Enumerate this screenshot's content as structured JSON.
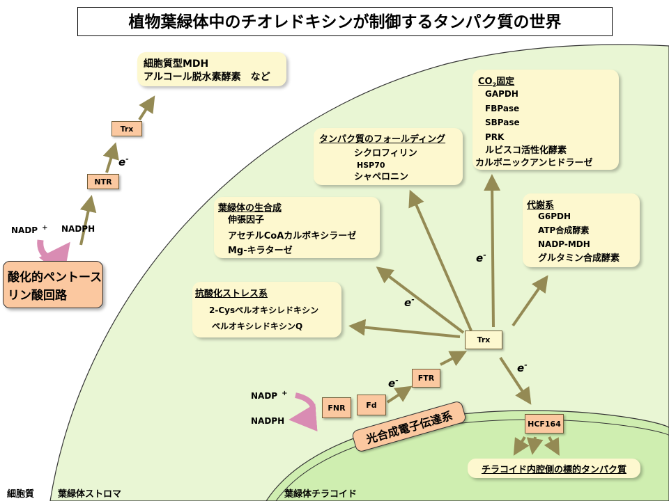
{
  "title": "植物葉緑体中のチオレドキシンが制御するタンパク質の世界",
  "cytosol_box": {
    "line1": "細胞質型MDH",
    "line2": "アルコール脱水素酵素　など"
  },
  "cytosol_chain": {
    "trx": "Trx",
    "ntr": "NTR",
    "nadp_plus": "NADP",
    "nadph": "NADPH",
    "electron": "e",
    "superscript_minus": "-",
    "superscript_plus": "+"
  },
  "ppp_box": {
    "line1": "酸化的ペントース",
    "line2": "リン酸回路"
  },
  "folding_box": {
    "heading": "タンパク質のフォールディング",
    "item1": "シクロフィリン",
    "item2": "HSP70",
    "item3": "シャペロニン"
  },
  "co2_box": {
    "heading_pre": "CO",
    "heading_sub": "2",
    "heading_post": "固定",
    "items": [
      "GAPDH",
      "FBPase",
      "SBPase",
      "PRK",
      "ルビスコ活性化酵素",
      "カルボニックアンヒドラーゼ"
    ]
  },
  "biogenesis_box": {
    "heading": "葉緑体の生合成",
    "item1": "伸張因子",
    "item2": "アセチルCoAカルボキシラーゼ",
    "item3": "Mg-キラターゼ"
  },
  "metabolism_box": {
    "heading": "代謝系",
    "items": [
      "G6PDH",
      "ATP合成酵素",
      "NADP-MDH",
      "グルタミン合成酵素"
    ]
  },
  "antioxidant_box": {
    "heading": "抗酸化ストレス系",
    "item1": "2-Cysペルオキシレドキシン",
    "item2": "ペルオキシレドキシンQ"
  },
  "stroma_chain": {
    "trx": "Trx",
    "ftr": "FTR",
    "fd": "Fd",
    "fnr": "FNR",
    "hcf164": "HCF164",
    "nadp_plus": "NADP",
    "nadph": "NADPH",
    "electron": "e"
  },
  "photo_label": "光合成電子伝達系",
  "thylakoid_target": "チラコイド内腔側の標的タンパク質",
  "bottom_labels": {
    "cytoplasm": "細胞質",
    "stroma": "葉緑体ストロマ",
    "thylakoid": "葉緑体チラコイド"
  },
  "colors": {
    "stroma_fill": "#e9f6d4",
    "thylakoid_fill": "#cfeeb0",
    "arrow": "#948a54",
    "protein_box": "#fbc8a0",
    "yellow_box": "#fdf8cf",
    "nadp_arrow": "#d98cb3"
  }
}
